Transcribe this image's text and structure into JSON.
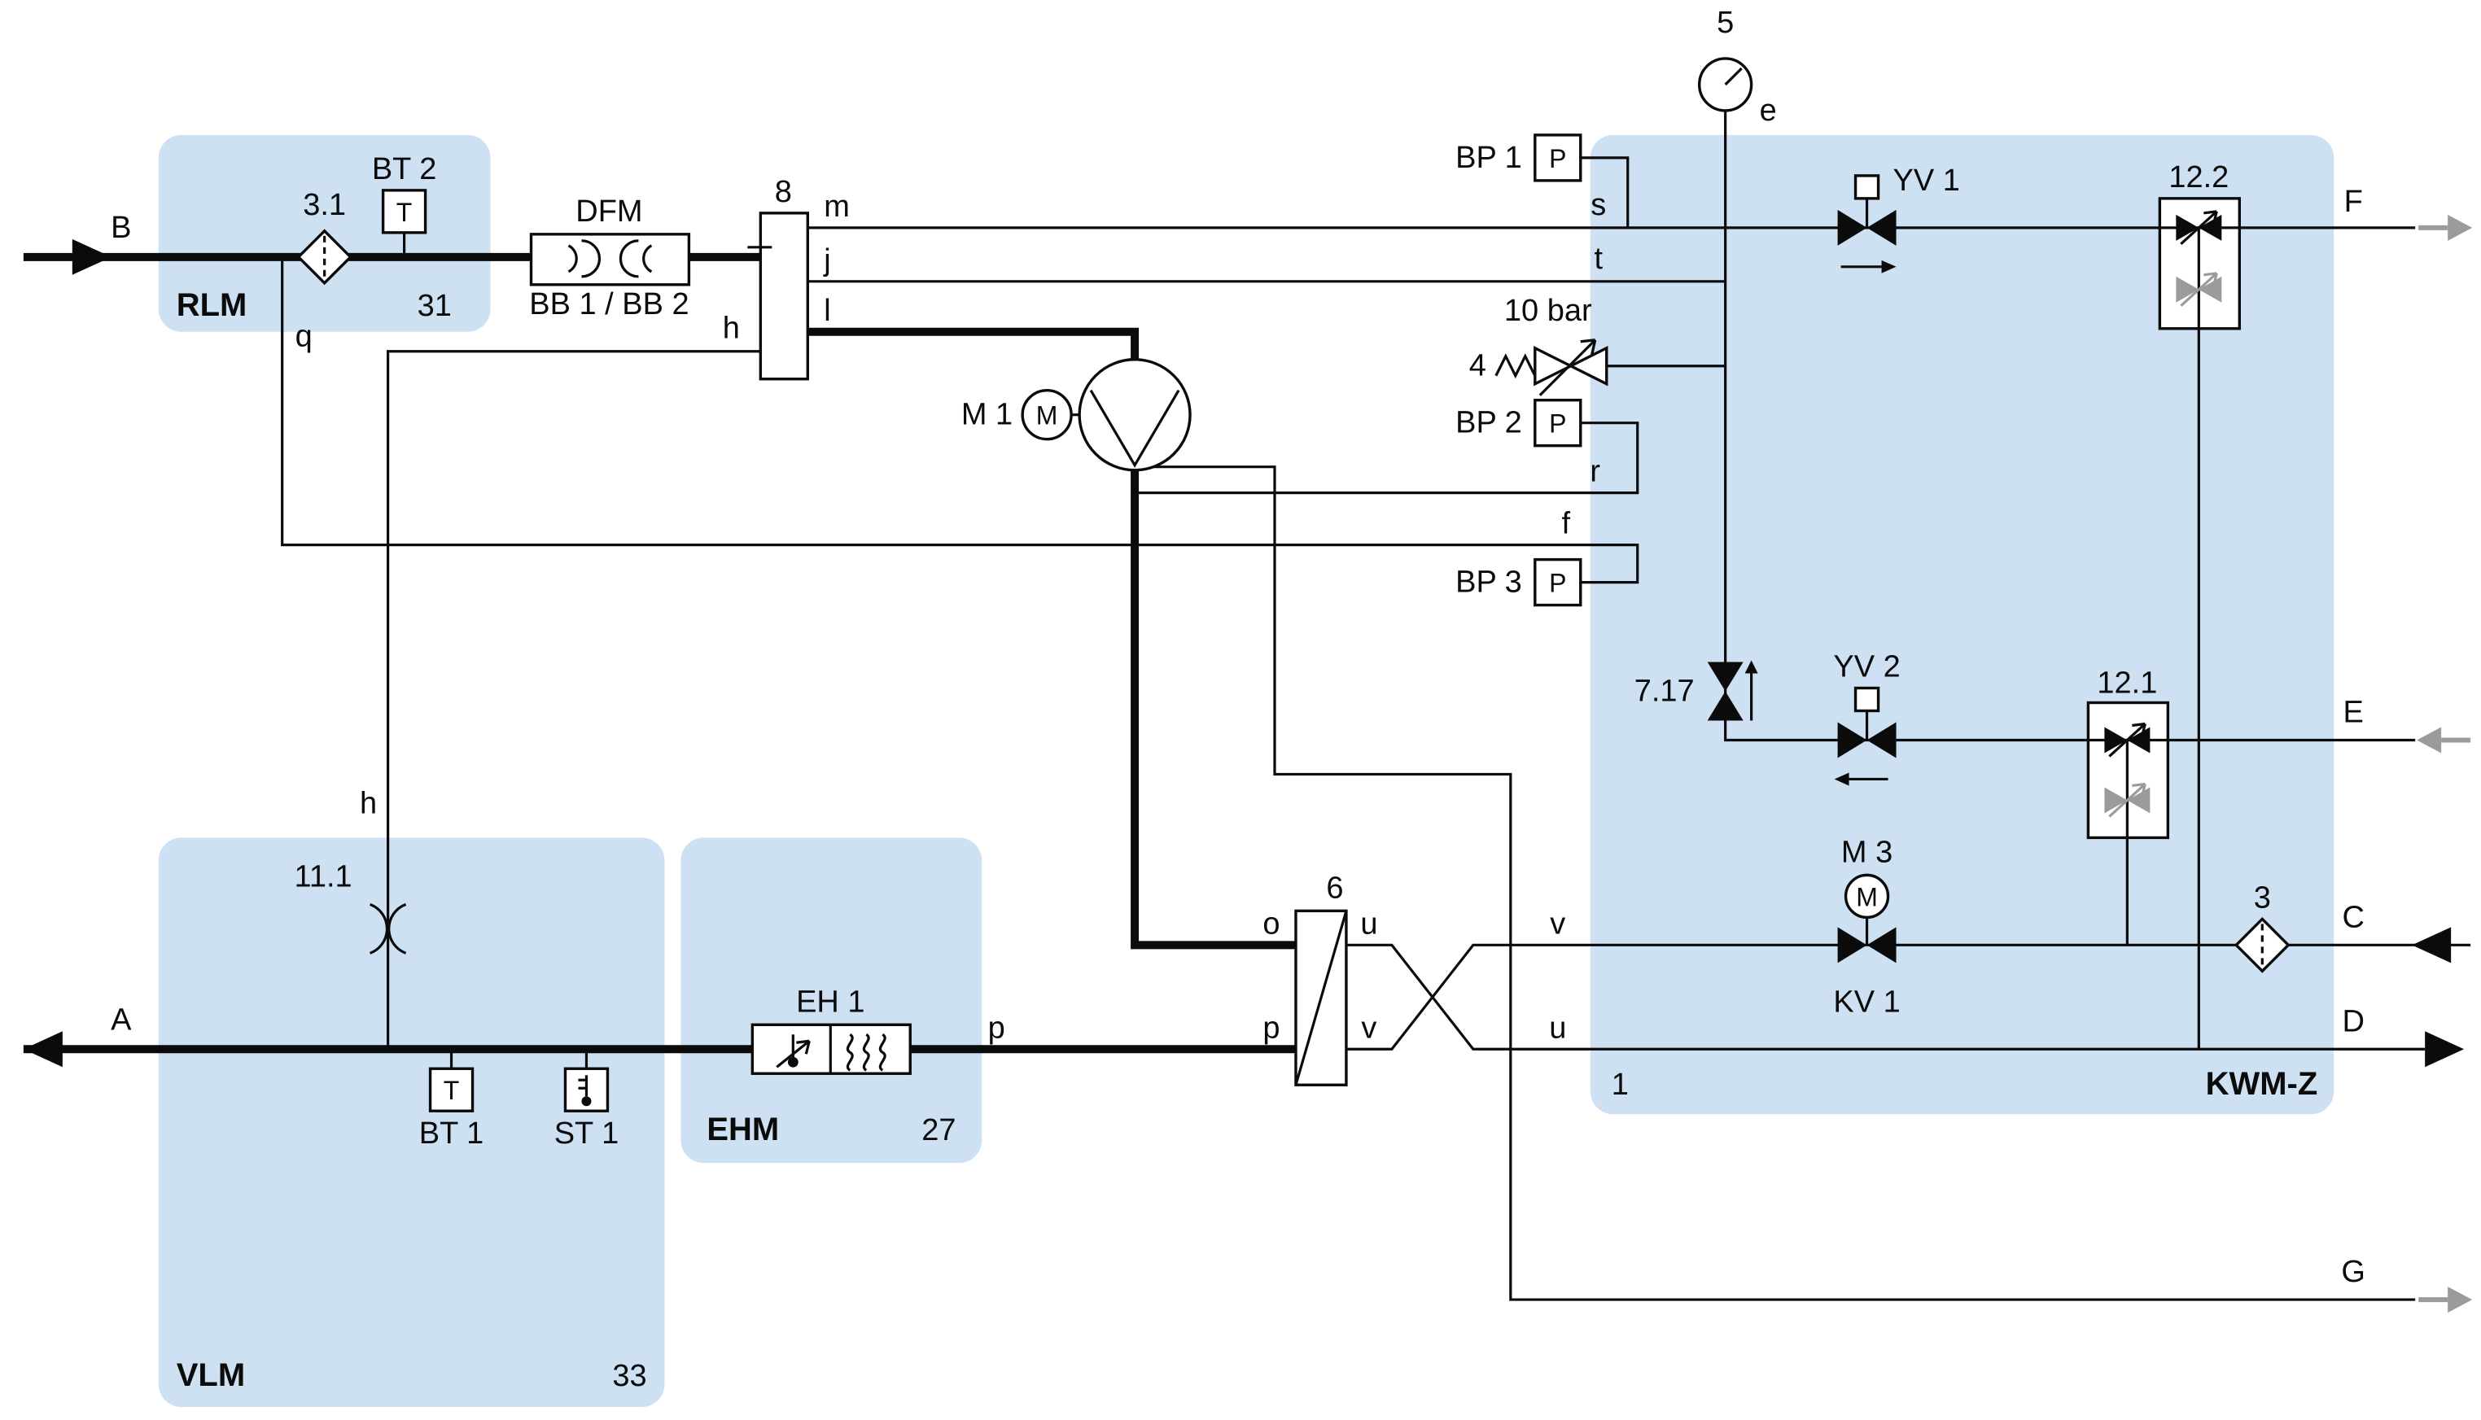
{
  "colors": {
    "region": "#cde1f2",
    "pipe": "#0b0b0b",
    "muted": "#9b9b9b"
  },
  "regions": {
    "rlm": {
      "name": "RLM",
      "num": "31"
    },
    "vlm": {
      "name": "VLM",
      "num": "33"
    },
    "ehm": {
      "name": "EHM",
      "num": "27"
    },
    "kwmz": {
      "name": "KWM-Z",
      "num": "1"
    }
  },
  "ports": {
    "a": "A",
    "b": "B",
    "c": "C",
    "d": "D",
    "e": "E",
    "f": "F",
    "g": "G"
  },
  "components": {
    "filter_rlm": "3.1",
    "bt2": "BT 2",
    "t_sym": "T",
    "dfm": "DFM",
    "dfm_sub": "BB 1 / BB 2",
    "block8": "8",
    "m1": "M 1",
    "m_sym": "M",
    "gauge": "5",
    "gauge_port": "e",
    "bp1": "BP 1",
    "bp2": "BP 2",
    "bp3": "BP 3",
    "p_sym": "P",
    "relief_rating": "10 bar",
    "relief": "4",
    "v717": "7.17",
    "yv1": "YV 1",
    "yv2": "YV 2",
    "block122": "12.2",
    "block121": "12.1",
    "m3": "M 3",
    "kv1": "KV 1",
    "filter_c": "3",
    "hx": "6",
    "flex": "11.1",
    "eh1": "EH 1",
    "bt1": "BT 1",
    "st1": "ST 1"
  },
  "pipes": {
    "m": "m",
    "j": "j",
    "l": "l",
    "h_top": "h",
    "h_mid": "h",
    "q": "q",
    "s": "s",
    "t": "t",
    "r": "r",
    "f": "f",
    "o": "o",
    "p_hx": "p",
    "u_hx": "u",
    "v_hx": "v",
    "v_cross": "v",
    "u_cross": "u",
    "p_eh": "p"
  }
}
